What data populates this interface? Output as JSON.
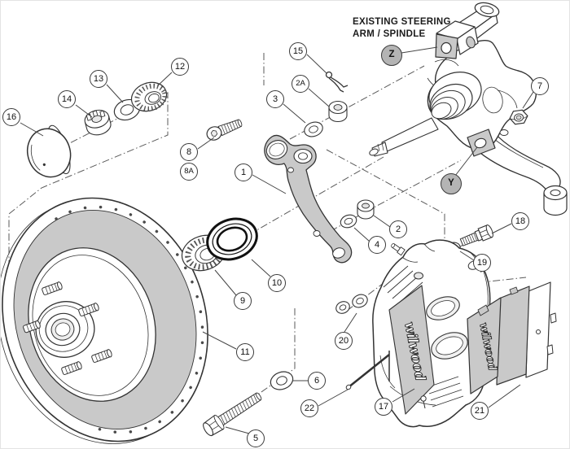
{
  "annotation": {
    "line1": "EXISTING STEERING",
    "line2": "ARM / SPINDLE"
  },
  "brand": {
    "caliper_script": "wilwood",
    "pad_script": "wilwood"
  },
  "colors": {
    "line": "#333333",
    "part_shade": "#c9c9c9",
    "balloon_outline": "#3a3a3a",
    "balloon_fill": "#ffffff",
    "ref_balloon_fill": "#b4b4b4",
    "seal": "#111111",
    "background": "#ffffff"
  },
  "callouts": [
    {
      "label": "1"
    },
    {
      "label": "2"
    },
    {
      "label": "2A"
    },
    {
      "label": "3"
    },
    {
      "label": "4"
    },
    {
      "label": "5"
    },
    {
      "label": "6"
    },
    {
      "label": "7"
    },
    {
      "label": "8"
    },
    {
      "label": "8A"
    },
    {
      "label": "9"
    },
    {
      "label": "10"
    },
    {
      "label": "11"
    },
    {
      "label": "12"
    },
    {
      "label": "13"
    },
    {
      "label": "14"
    },
    {
      "label": "15"
    },
    {
      "label": "16"
    },
    {
      "label": "17"
    },
    {
      "label": "18"
    },
    {
      "label": "19"
    },
    {
      "label": "20"
    },
    {
      "label": "21"
    },
    {
      "label": "22"
    },
    {
      "label": "Y"
    },
    {
      "label": "Z"
    }
  ]
}
